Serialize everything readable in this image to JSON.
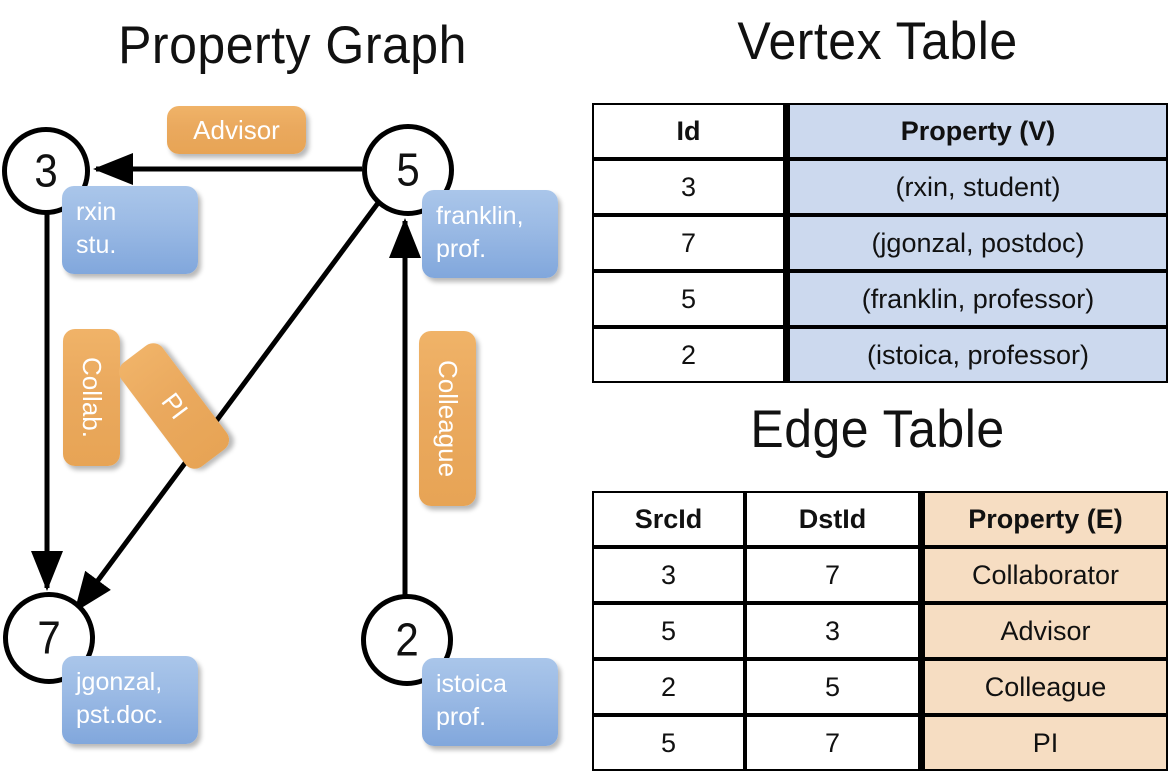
{
  "titles": {
    "property_graph": "Property Graph",
    "vertex_table": "Vertex Table",
    "edge_table": "Edge Table"
  },
  "graph": {
    "vertices": [
      {
        "id": "3",
        "property_label": "rxin\nstu."
      },
      {
        "id": "5",
        "property_label": "franklin,\nprof."
      },
      {
        "id": "7",
        "property_label": "jgonzal,\npst.doc."
      },
      {
        "id": "2",
        "property_label": "istoica\nprof."
      }
    ],
    "vertex_ids": {
      "v3": "3",
      "v5": "5",
      "v7": "7",
      "v2": "2"
    },
    "property_boxes": {
      "rxin_line1": "rxin",
      "rxin_line2": "stu.",
      "franklin_line1": "franklin,",
      "franklin_line2": "prof.",
      "jgonzal_line1": "jgonzal,",
      "jgonzal_line2": "pst.doc.",
      "istoica_line1": "istoica",
      "istoica_line2": "prof."
    },
    "edge_labels": {
      "advisor": "Advisor",
      "collab": "Collab.",
      "pi": "PI",
      "colleague": "Colleague"
    }
  },
  "vertex_table": {
    "headers": [
      "Id",
      "Property (V)"
    ],
    "rows": [
      {
        "id": "3",
        "property": "(rxin, student)"
      },
      {
        "id": "7",
        "property": "(jgonzal, postdoc)"
      },
      {
        "id": "5",
        "property": "(franklin, professor)"
      },
      {
        "id": "2",
        "property": "(istoica, professor)"
      }
    ]
  },
  "edge_table": {
    "headers": [
      "SrcId",
      "DstId",
      "Property (E)"
    ],
    "rows": [
      {
        "src": "3",
        "dst": "7",
        "property": "Collaborator"
      },
      {
        "src": "5",
        "dst": "3",
        "property": "Advisor"
      },
      {
        "src": "2",
        "dst": "5",
        "property": "Colleague"
      },
      {
        "src": "5",
        "dst": "7",
        "property": "PI"
      }
    ]
  },
  "colors": {
    "vertex_property_fill": "#a8c4e8",
    "edge_property_fill": "#eaa95e",
    "vertex_table_highlight": "#ccd9ee",
    "edge_table_highlight": "#f6ddc2",
    "stroke": "#000000"
  }
}
